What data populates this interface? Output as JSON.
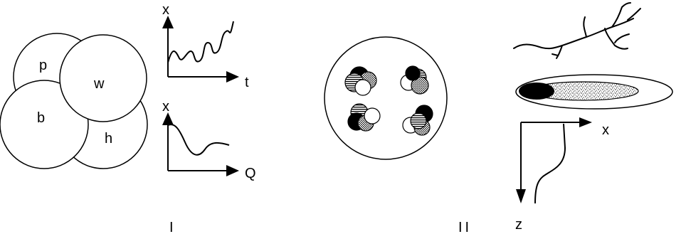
{
  "panel_I": {
    "circle_labels": {
      "p": "p",
      "w": "w",
      "b": "b",
      "h": "h"
    },
    "top_plot": {
      "y_label": "x",
      "x_label": "t"
    },
    "bottom_plot": {
      "y_label": "x",
      "x_label": "Q"
    },
    "numeral": "I"
  },
  "panel_II": {
    "profile": {
      "x_label": "x",
      "z_label": "z"
    },
    "numeral": "II"
  }
}
